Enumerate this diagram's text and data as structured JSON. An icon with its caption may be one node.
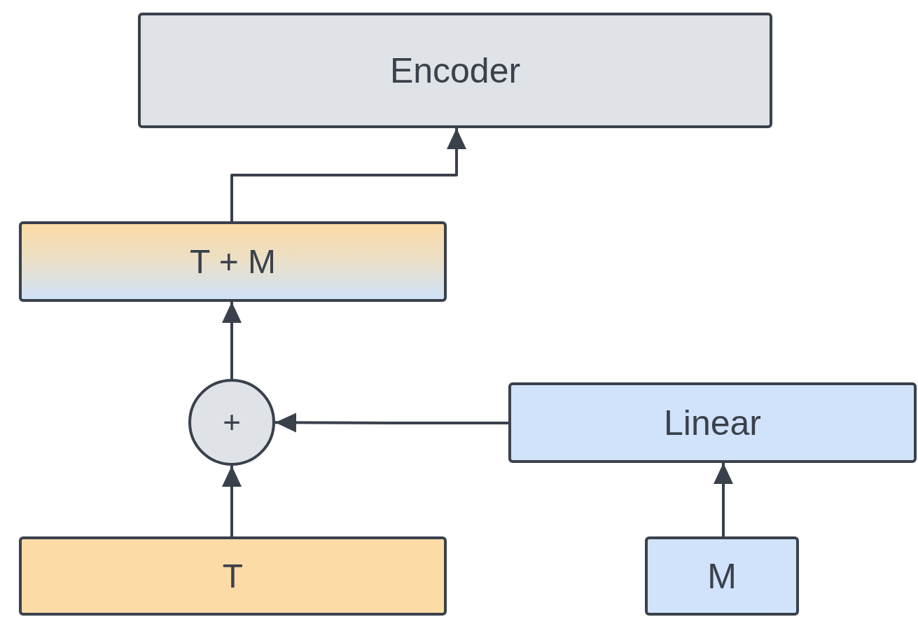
{
  "diagram": {
    "nodes": [
      {
        "text": [
          "Encoder"
        ]
      },
      {
        "text": [
          "T + M"
        ]
      },
      {
        "text": [
          "+"
        ]
      },
      {
        "text": [
          "Linear"
        ]
      },
      {
        "text": [
          "T"
        ]
      },
      {
        "text": [
          "M"
        ]
      }
    ],
    "edges": [
      {
        "from": 4,
        "to": 2,
        "arrow": "to"
      },
      {
        "from": 2,
        "to": 1,
        "arrow": "to"
      },
      {
        "from": 3,
        "to": 2,
        "arrow": "to"
      },
      {
        "from": 5,
        "to": 3,
        "arrow": "to"
      },
      {
        "from": 1,
        "to": 0,
        "arrow": "to"
      }
    ]
  }
}
